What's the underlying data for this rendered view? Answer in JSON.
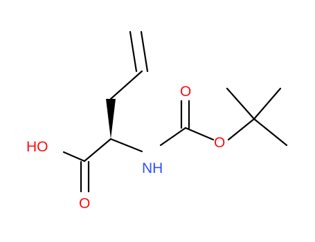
{
  "molecule": {
    "atom_labels": {
      "hydroxyl": "HO",
      "carboxyl_oxygen": "O",
      "carbamate_carbonyl_oxygen": "O",
      "ester_oxygen": "O",
      "amine": "NH"
    },
    "colors": {
      "oxygen": "#ff0d0d",
      "nitrogen": "#3050f8",
      "bond": "#000000",
      "background": "#ffffff"
    }
  }
}
